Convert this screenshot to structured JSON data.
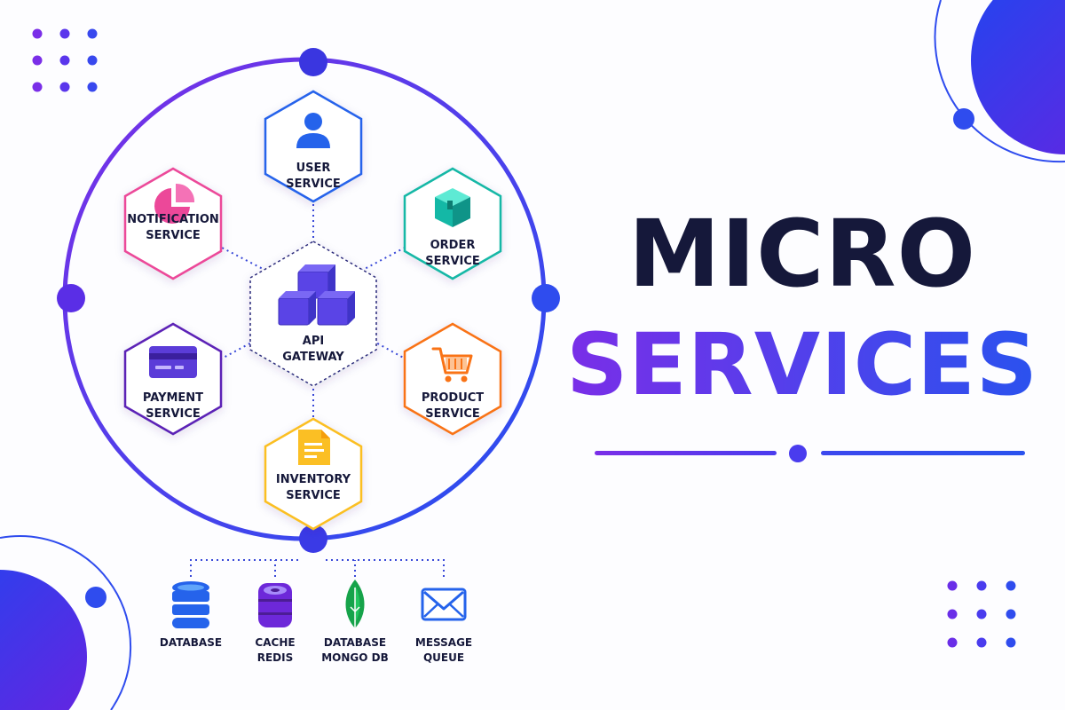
{
  "title": {
    "line1": "MICRO",
    "line2": "SERVICES"
  },
  "gateway": {
    "line1": "API",
    "line2": "GATEWAY",
    "icon": "cubes-icon"
  },
  "services": [
    {
      "id": "user",
      "line1": "USER",
      "line2": "SERVICE",
      "color": "#2563eb",
      "icon": "user-icon"
    },
    {
      "id": "order",
      "line1": "ORDER",
      "line2": "SERVICE",
      "color": "#14b8a6",
      "icon": "box-icon"
    },
    {
      "id": "product",
      "line1": "PRODUCT",
      "line2": "SERVICE",
      "color": "#f97316",
      "icon": "cart-icon"
    },
    {
      "id": "inventory",
      "line1": "INVENTORY",
      "line2": "SERVICE",
      "color": "#fbbf24",
      "icon": "document-icon"
    },
    {
      "id": "payment",
      "line1": "PAYMENT",
      "line2": "SERVICE",
      "color": "#5b21b6",
      "icon": "credit-card-icon"
    },
    {
      "id": "notification",
      "line1": "NOTIFICATION",
      "line2": "SERVICE",
      "color": "#ec4899",
      "icon": "pie-chart-icon"
    }
  ],
  "datastores": [
    {
      "id": "database",
      "line1": "DATABASE",
      "line2": "",
      "color": "#2563eb",
      "icon": "database-icon"
    },
    {
      "id": "cache",
      "line1": "CACHE",
      "line2": "REDIS",
      "color": "#6d28d9",
      "icon": "redis-icon"
    },
    {
      "id": "mongo",
      "line1": "DATABASE",
      "line2": "MONGO DB",
      "color": "#16a34a",
      "icon": "mongodb-leaf-icon"
    },
    {
      "id": "queue",
      "line1": "MESSAGE",
      "line2": "QUEUE",
      "color": "#2563eb",
      "icon": "envelope-icon"
    }
  ],
  "colors": {
    "purple": "#6d28d9",
    "blue": "#2563eb",
    "navy": "#15183a"
  }
}
